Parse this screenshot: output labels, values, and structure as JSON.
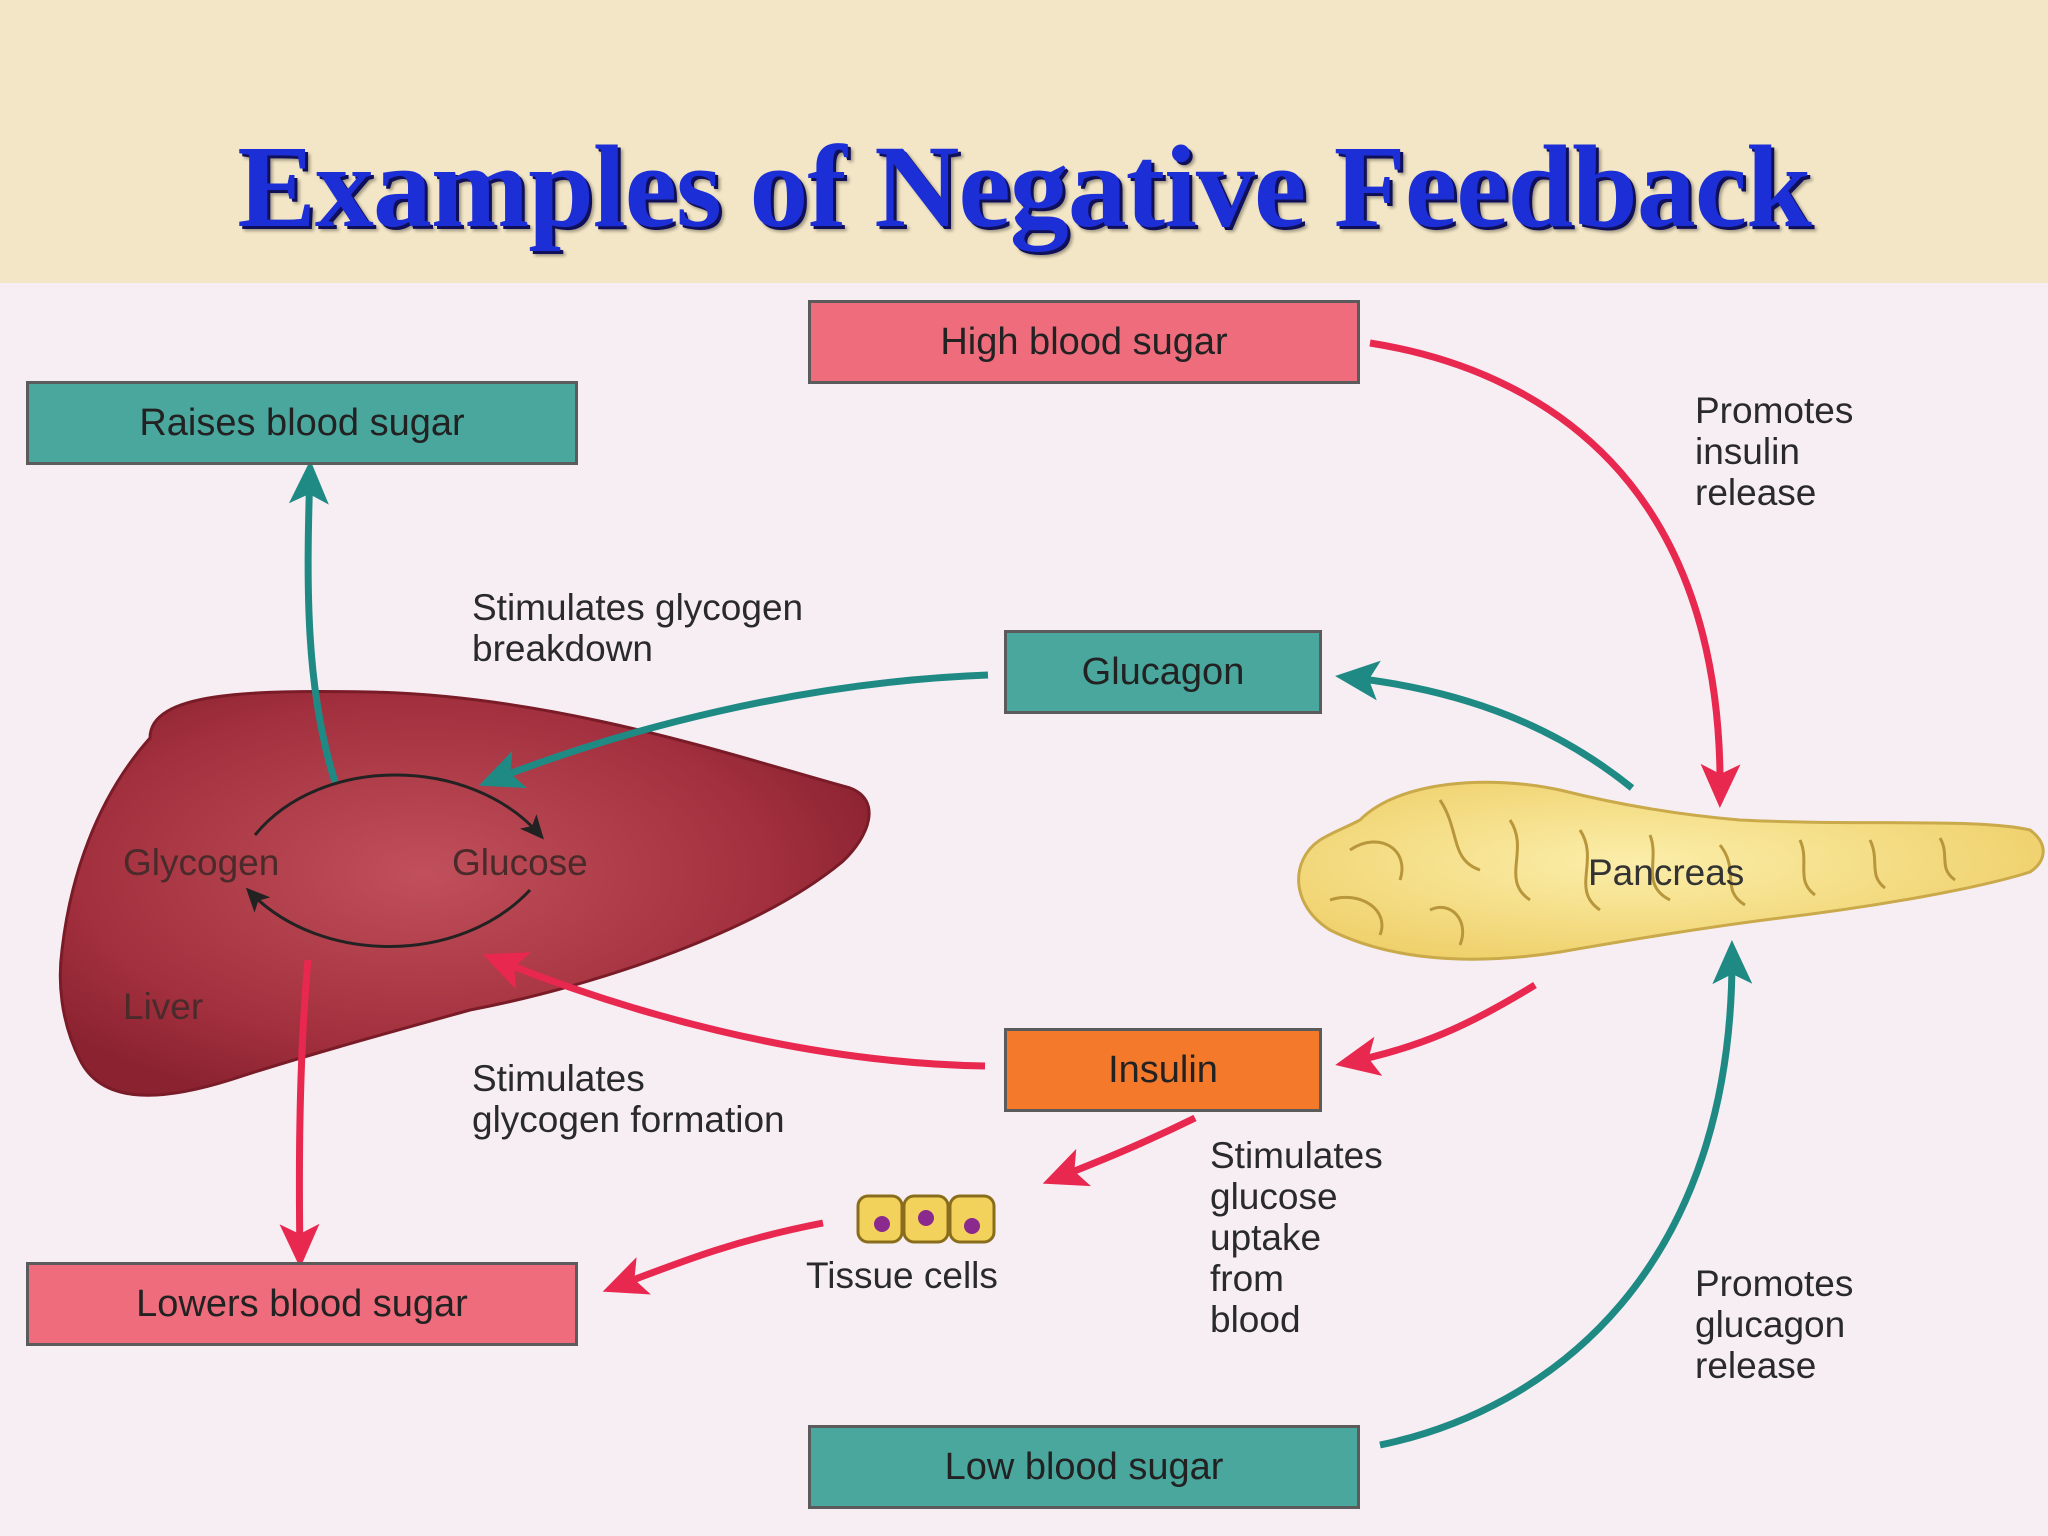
{
  "title": "Examples of Negative Feedback",
  "boxes": {
    "high_blood_sugar": "High blood sugar",
    "raises_blood_sugar": "Raises blood sugar",
    "glucagon": "Glucagon",
    "insulin": "Insulin",
    "lowers_blood_sugar": "Lowers blood sugar",
    "low_blood_sugar": "Low blood sugar"
  },
  "labels": {
    "promotes_insulin": "Promotes\ninsulin\nrelease",
    "stim_breakdown": "Stimulates glycogen\nbreakdown",
    "stim_formation": "Stimulates\nglycogen formation",
    "stim_uptake": "Stimulates\nglucose\nuptake\nfrom\nblood",
    "promotes_glucagon": "Promotes\nglucagon\nrelease",
    "tissue_cells": "Tissue cells"
  },
  "organs": {
    "glycogen": "Glycogen",
    "glucose": "Glucose",
    "liver": "Liver",
    "pancreas": "Pancreas"
  },
  "colors": {
    "title": "#1c2fd6",
    "red_arrow": "#e8284f",
    "teal_arrow": "#1f8a84",
    "liver": "#a8303e",
    "pancreas": "#f3dc7c",
    "red_box": "#ee6c7c",
    "teal_box": "#4aa79e",
    "orange_box": "#f5792b"
  }
}
